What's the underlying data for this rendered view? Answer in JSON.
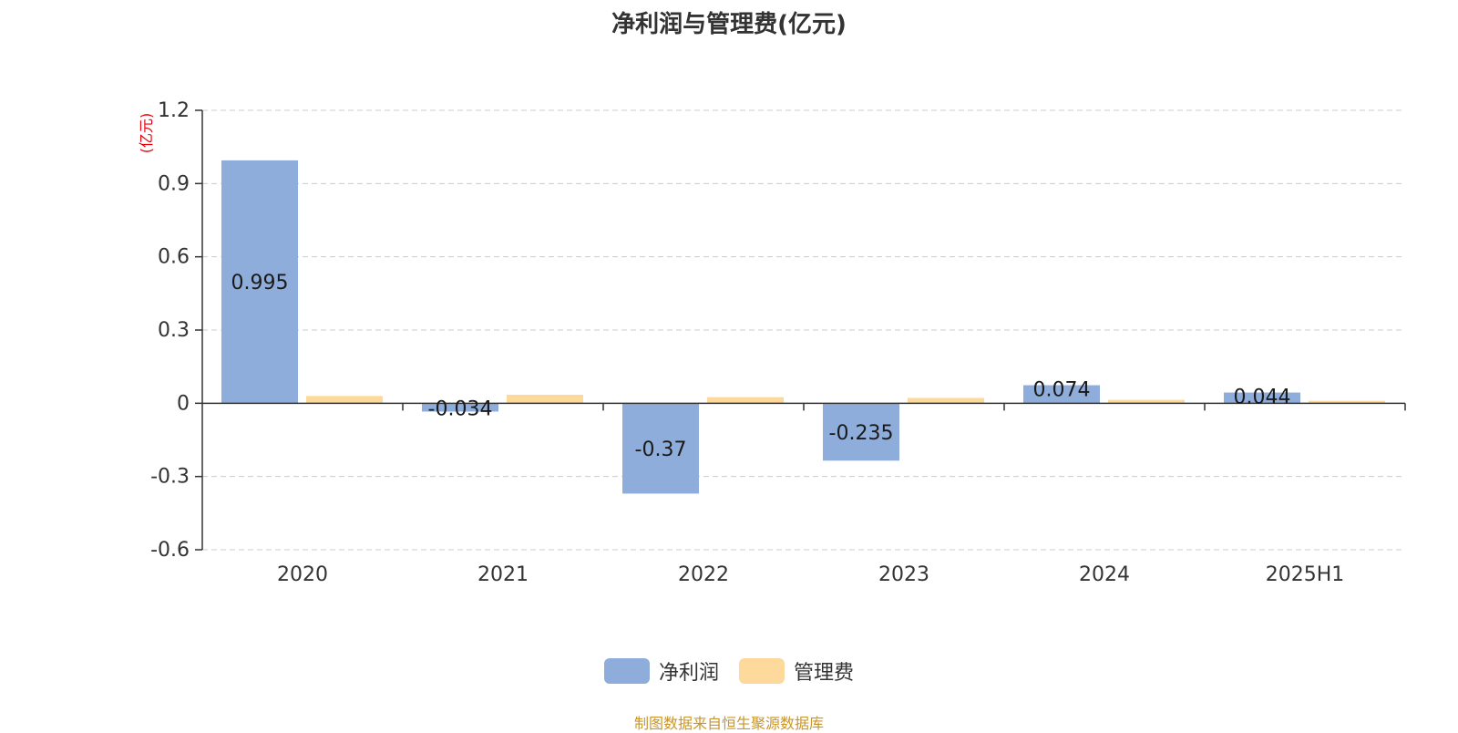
{
  "chart_data": {
    "type": "bar",
    "title": "净利润与管理费(亿元)",
    "ylabel": "(亿元)",
    "categories": [
      "2020",
      "2021",
      "2022",
      "2023",
      "2024",
      "2025H1"
    ],
    "series": [
      {
        "name": "净利润",
        "color": "#8eaddb",
        "values": [
          0.995,
          -0.034,
          -0.37,
          -0.235,
          0.074,
          0.044
        ],
        "labels": [
          "0.995",
          "-0.034",
          "-0.37",
          "-0.235",
          "0.074",
          "0.044"
        ]
      },
      {
        "name": "管理费",
        "color": "#fdd99b",
        "values": [
          0.03,
          0.035,
          0.025,
          0.022,
          0.014,
          0.01
        ]
      }
    ],
    "ylim": [
      -0.6,
      1.2
    ],
    "yticks": [
      "1.2",
      "0.9",
      "0.6",
      "0.3",
      "0",
      "-0.3",
      "-0.6"
    ],
    "grid": true,
    "legend_position": "bottom-center"
  },
  "source_note": "制图数据来自恒生聚源数据库",
  "colors": {
    "axis": "#333333",
    "grid": "#cccccc",
    "ylabel": "#e8000b"
  }
}
